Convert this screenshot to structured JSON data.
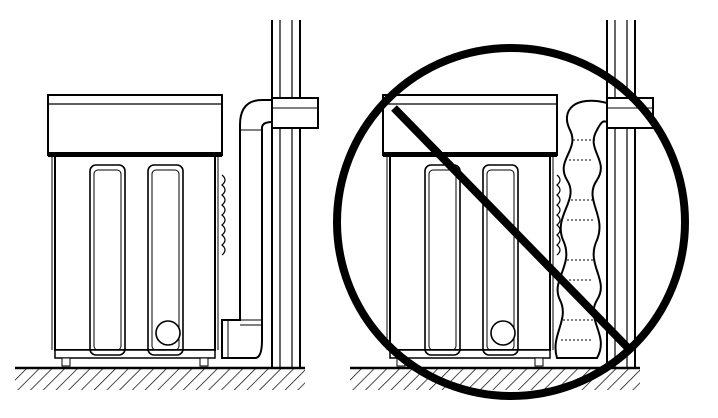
{
  "colors": {
    "line": "#000000",
    "background": "#ffffff"
  },
  "panels": [
    {
      "id": "correct",
      "icon": "dryer-with-straight-vent-duct"
    },
    {
      "id": "incorrect",
      "icon": "dryer-with-crushed-vent-duct",
      "overlay": "prohibition-sign"
    }
  ]
}
